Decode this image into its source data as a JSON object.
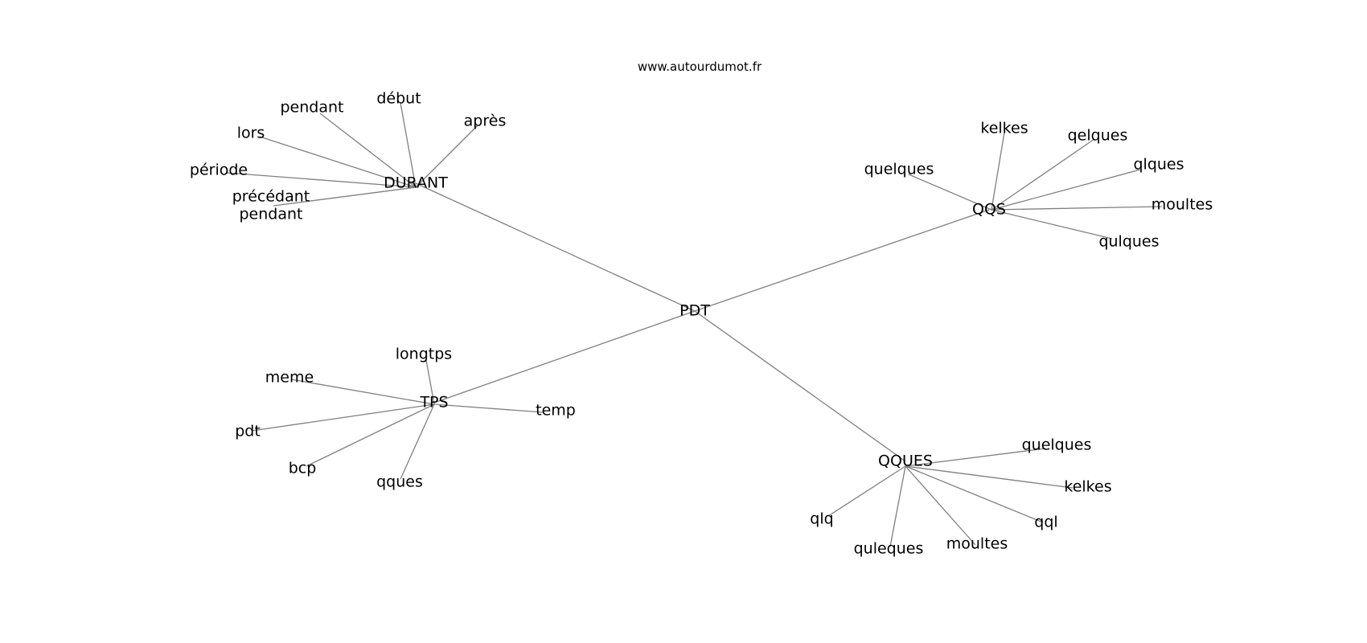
{
  "header": {
    "watermark": "www.autourdumot.fr"
  },
  "colors": {
    "edge": "#7f7f7f",
    "text": "#000000",
    "background": "#ffffff"
  },
  "graph": {
    "center": {
      "id": "pdt_center",
      "label": "PDT"
    },
    "clusters": [
      {
        "id": "durant",
        "label": "DURANT",
        "words": [
          {
            "id": "durant_pendant",
            "label": "pendant"
          },
          {
            "id": "durant_debut",
            "label": "début"
          },
          {
            "id": "durant_apres",
            "label": "après"
          },
          {
            "id": "durant_lors",
            "label": "lors"
          },
          {
            "id": "durant_periode",
            "label": "période"
          },
          {
            "id": "durant_precedant",
            "label": "précédant",
            "label2": "pendant"
          }
        ]
      },
      {
        "id": "qqs",
        "label": "QQS",
        "words": [
          {
            "id": "qqs_kelkes",
            "label": "kelkes"
          },
          {
            "id": "qqs_qelques",
            "label": "qelques"
          },
          {
            "id": "qqs_quelques",
            "label": "quelques"
          },
          {
            "id": "qqs_qlques",
            "label": "qlques"
          },
          {
            "id": "qqs_moultes",
            "label": "moultes"
          },
          {
            "id": "qqs_qulques",
            "label": "qulques"
          }
        ]
      },
      {
        "id": "tps",
        "label": "TPS",
        "words": [
          {
            "id": "tps_longtps",
            "label": "longtps"
          },
          {
            "id": "tps_meme",
            "label": "meme"
          },
          {
            "id": "tps_temp",
            "label": "temp"
          },
          {
            "id": "tps_pdt",
            "label": "pdt"
          },
          {
            "id": "tps_bcp",
            "label": "bcp"
          },
          {
            "id": "tps_qques",
            "label": "qques"
          }
        ]
      },
      {
        "id": "qques",
        "label": "QQUES",
        "words": [
          {
            "id": "qques_quelques",
            "label": "quelques"
          },
          {
            "id": "qques_kelkes",
            "label": "kelkes"
          },
          {
            "id": "qques_qql",
            "label": "qql"
          },
          {
            "id": "qques_qlq",
            "label": "qlq"
          },
          {
            "id": "qques_moultes",
            "label": "moultes"
          },
          {
            "id": "qques_quleques",
            "label": "quleques"
          }
        ]
      }
    ]
  }
}
